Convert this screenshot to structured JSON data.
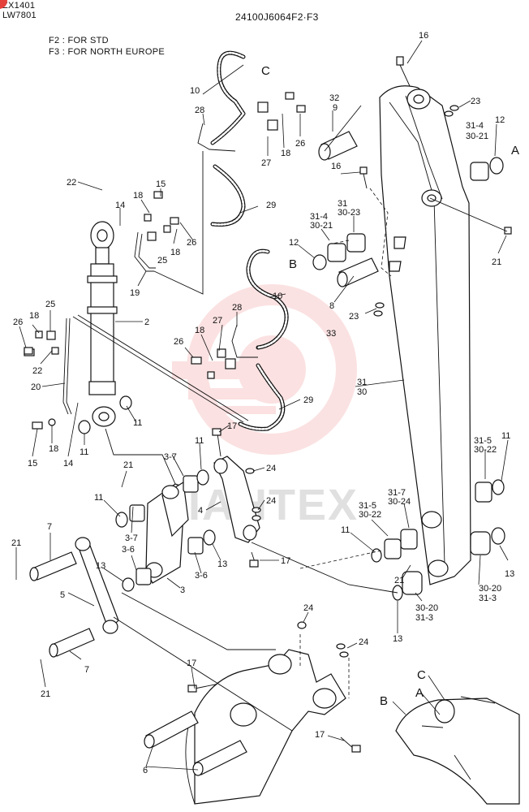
{
  "header": {
    "model_line1": "ZX140",
    "model_line1_suffix": "1",
    "model_line2": "LW780",
    "model_line2_suffix": "1",
    "drawing_number": "24100J6064F2·F3",
    "note_f2": "F2 : FOR STD",
    "note_f3": "F3 : FOR NORTH EUROPE"
  },
  "watermark": {
    "text": "IAHTEX",
    "color": "#e84a4a"
  },
  "callouts": {
    "c_top": "C",
    "b_mid": "B",
    "a_right": "A",
    "a_inset": "A",
    "b_inset": "B",
    "c_inset": "C"
  },
  "labels": {
    "l16a": "16",
    "l32": "32",
    "l9": "9",
    "l23a": "23",
    "l31_4a": "31-4",
    "l30_21a": "30-21",
    "l12a": "12",
    "l10a": "10",
    "l28a": "28",
    "l27a": "27",
    "l18a": "18",
    "l26a": "26",
    "l16b": "16",
    "l31a": "31",
    "l30_23": "30-23",
    "l31_4b": "31-4",
    "l30_21b": "30-21",
    "l12b": "12",
    "l21a": "21",
    "l22a": "22",
    "l14a": "14",
    "l18b": "18",
    "l15a": "15",
    "l26b": "26",
    "l18c": "18",
    "l25a": "25",
    "l19": "19",
    "l29a": "29",
    "l2": "2",
    "l25b": "25",
    "l18d": "18",
    "l26c": "26",
    "l22b": "22",
    "l20": "20",
    "l10b": "10",
    "l28b": "28",
    "l27b": "27",
    "l18e": "18",
    "l26d": "26",
    "l8": "8",
    "l33": "33",
    "l23b": "23",
    "l29b": "29",
    "l11a": "11",
    "l14b": "14",
    "l11b": "11",
    "l15b": "15",
    "l18f": "18",
    "l31b": "31",
    "l30a": "30",
    "l17a": "17",
    "l11c": "11",
    "l3_7a": "3-7",
    "l24a": "24",
    "l21b": "21",
    "l24b": "24",
    "l4": "4",
    "l11d": "11",
    "l3_7b": "3-7",
    "l3_6a": "3-6",
    "l3": "3",
    "l3_6b": "3-6",
    "l13a": "13",
    "l7a": "7",
    "l21c": "21",
    "l13b": "13",
    "l5": "5",
    "l7b": "7",
    "l21d": "21",
    "l17b": "17",
    "l31_5a": "31-5",
    "l30_22a": "30-22",
    "l11e": "11",
    "l31_7": "31-7",
    "l30_24": "30-24",
    "l31_5b": "31-5",
    "l30_22b": "30-22",
    "l11f": "11",
    "l21e": "21",
    "l13c": "13",
    "l30_20a": "30-20",
    "l31_3a": "31-3",
    "l13d": "13",
    "l30_20b": "30-20",
    "l31_3b": "31-3",
    "l24c": "24",
    "l24d": "24",
    "l17c": "17",
    "l17d": "17",
    "l6": "6"
  }
}
